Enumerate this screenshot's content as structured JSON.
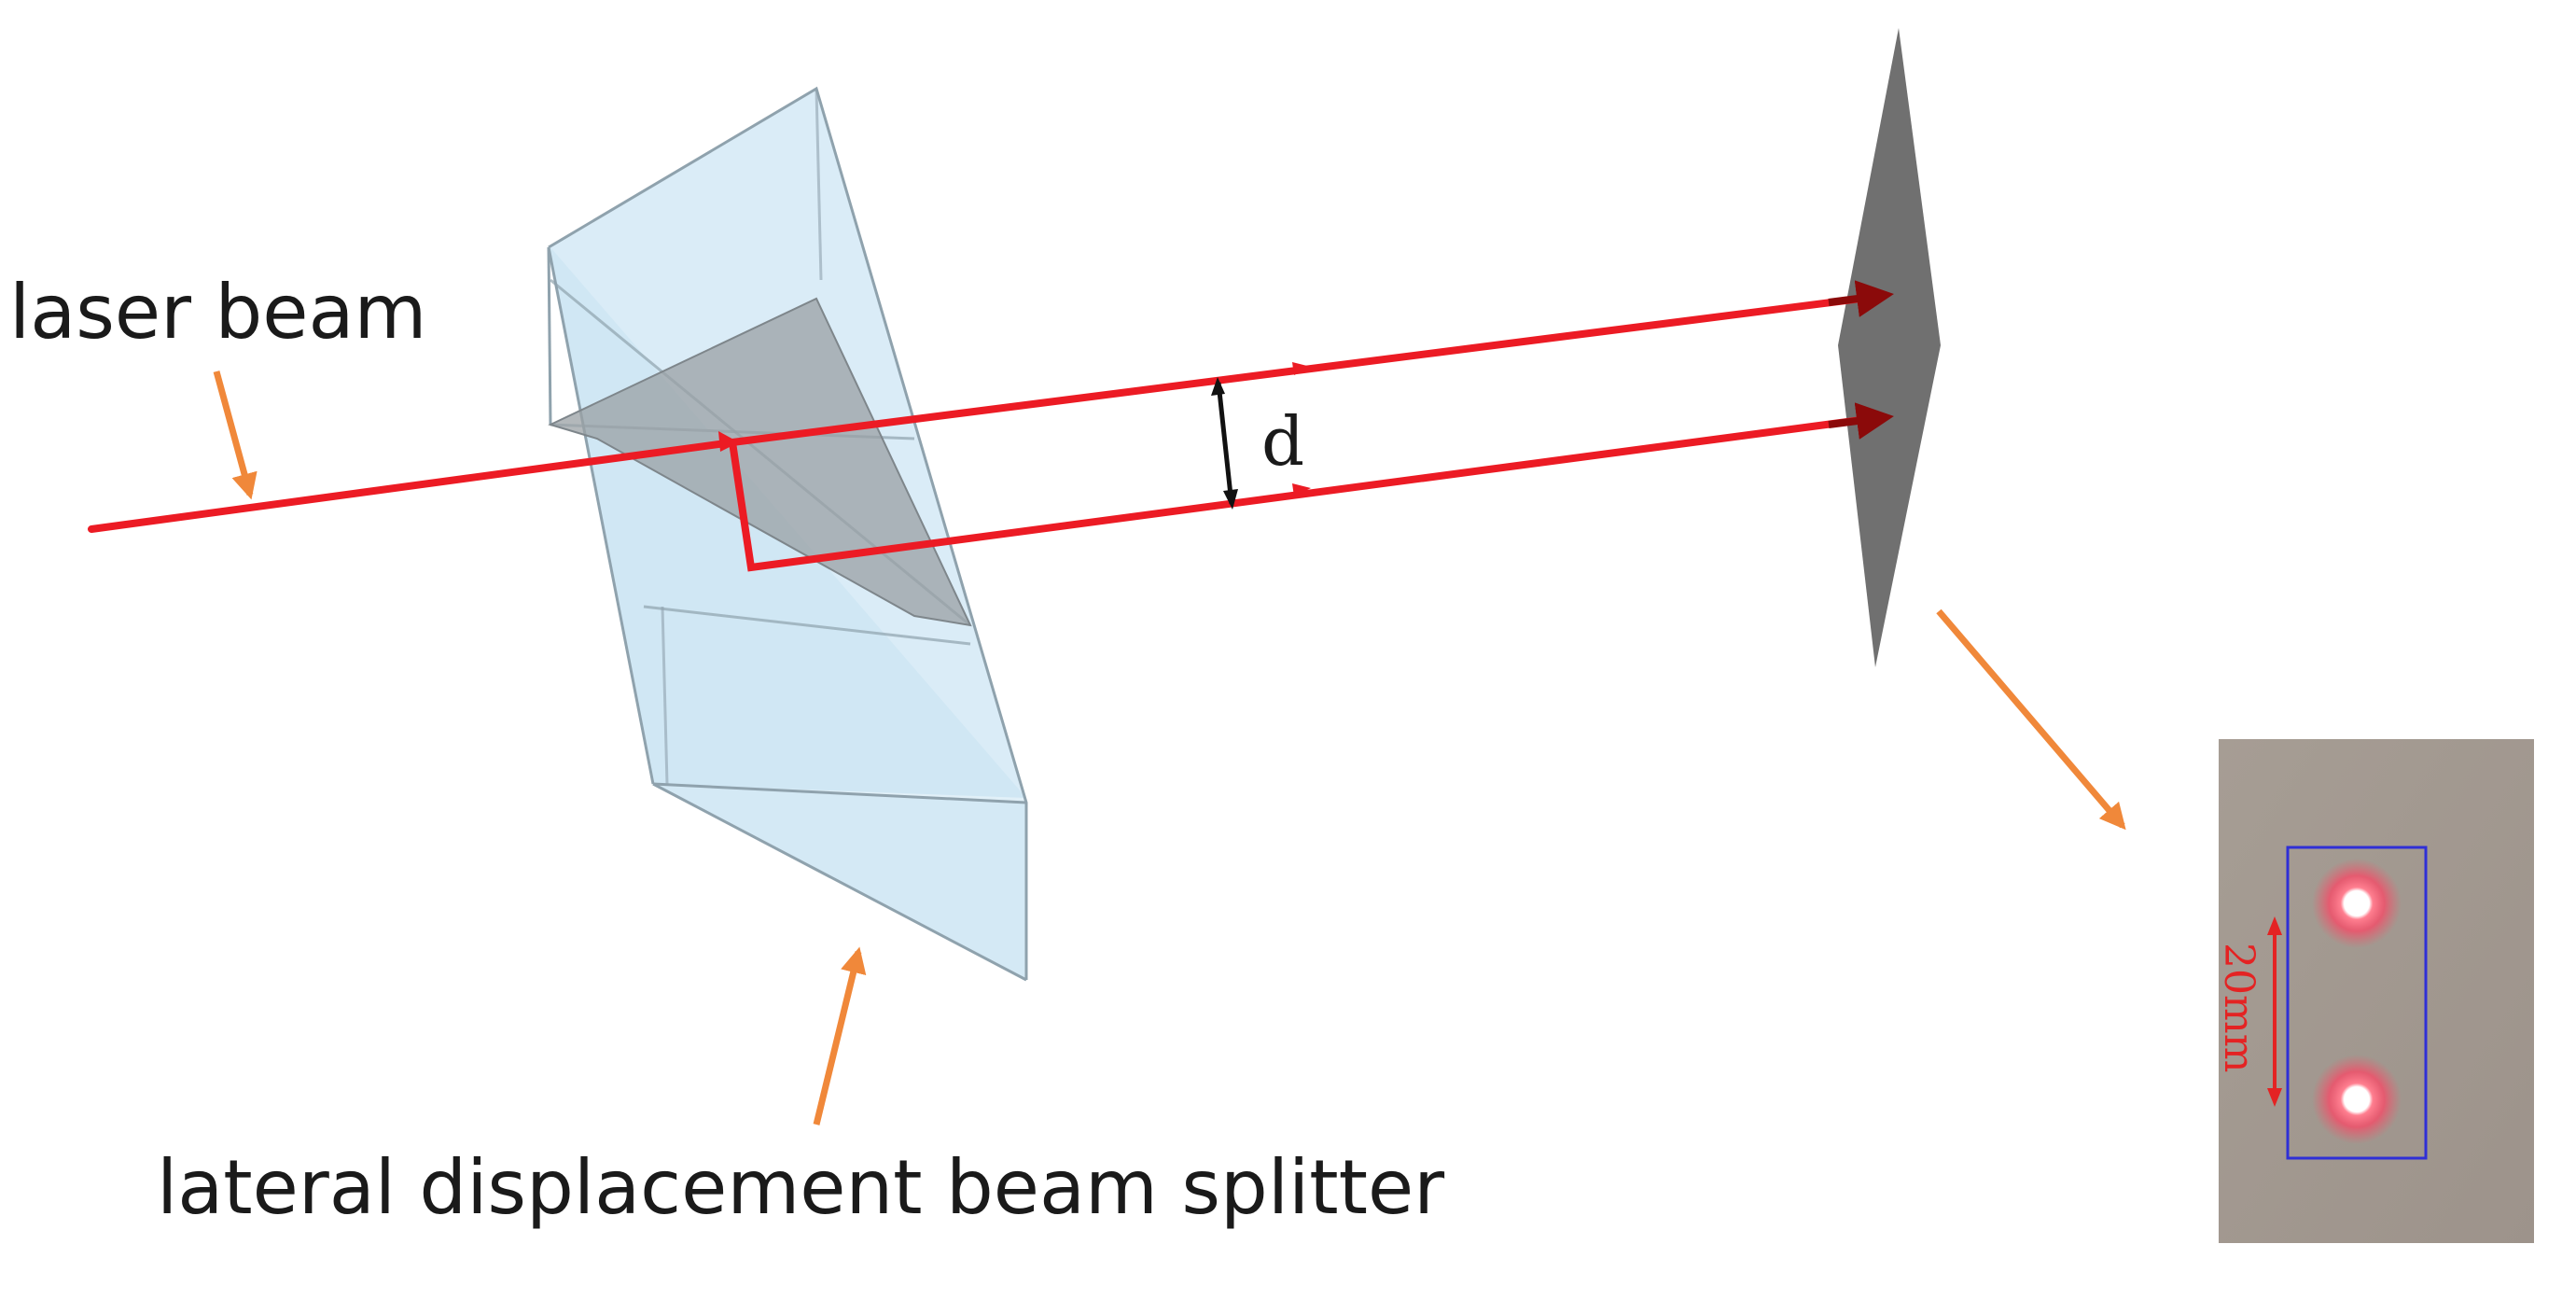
{
  "labels": {
    "laser_beam": "laser beam",
    "splitter": "lateral displacement beam splitter",
    "separation": "d",
    "inset_distance": "20mm"
  },
  "colors": {
    "beam": "#ec1b24",
    "beam_arrowhead": "#8b0a0a",
    "pointer_arrow": "#f0883a",
    "prism_fill": "#d3e9f6",
    "prism_edge": "#8fa2ad",
    "prism_interface": "#9aa0a4",
    "screen": "#707070",
    "inset_background": "#a49a91",
    "inset_box": "#2f2fd6",
    "inset_dimension": "#e42323"
  }
}
